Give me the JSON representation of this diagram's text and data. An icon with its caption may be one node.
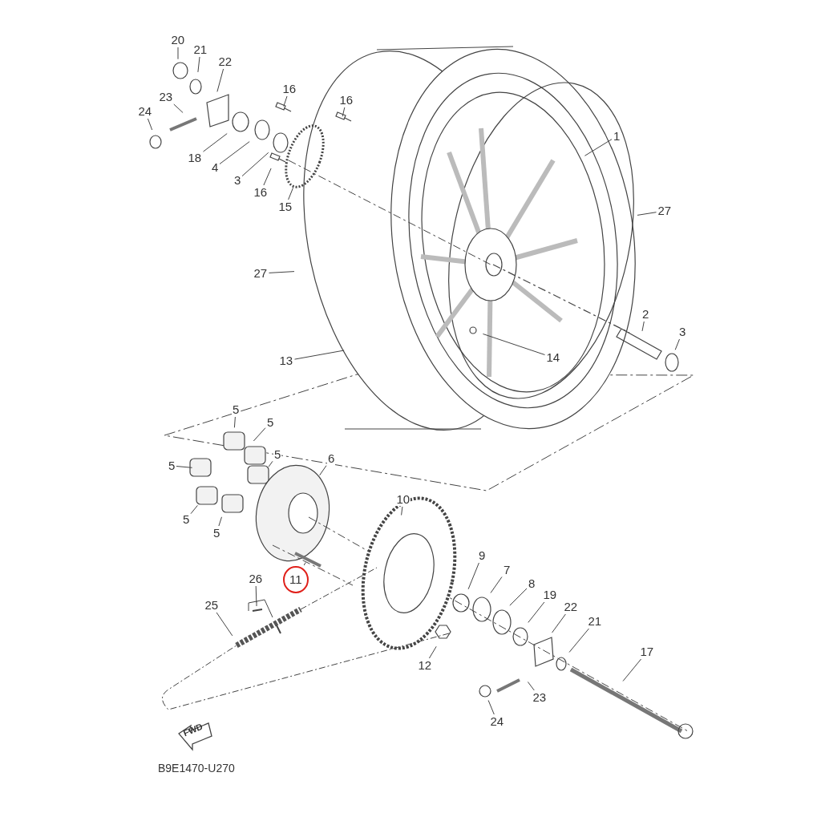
{
  "diagram": {
    "nodes": [
      {
        "text": [
          "20"
        ]
      },
      {
        "text": [
          "21"
        ]
      },
      {
        "text": [
          "22"
        ]
      },
      {
        "text": [
          "23"
        ]
      },
      {
        "text": [
          "24"
        ]
      },
      {
        "text": [
          "18"
        ]
      },
      {
        "text": [
          "4"
        ]
      },
      {
        "text": [
          "3"
        ]
      },
      {
        "text": [
          "16"
        ]
      },
      {
        "text": [
          "16"
        ]
      },
      {
        "text": [
          "16"
        ]
      },
      {
        "text": [
          "15"
        ]
      },
      {
        "text": [
          "1"
        ]
      },
      {
        "text": [
          "27"
        ]
      },
      {
        "text": [
          "27"
        ]
      },
      {
        "text": [
          "13"
        ]
      },
      {
        "text": [
          "2"
        ]
      },
      {
        "text": [
          "3"
        ]
      },
      {
        "text": [
          "14"
        ]
      },
      {
        "text": [
          "5"
        ]
      },
      {
        "text": [
          "5"
        ]
      },
      {
        "text": [
          "5"
        ]
      },
      {
        "text": [
          "5"
        ]
      },
      {
        "text": [
          "5"
        ]
      },
      {
        "text": [
          "5"
        ]
      },
      {
        "text": [
          "6"
        ]
      },
      {
        "text": [
          "10"
        ]
      },
      {
        "text": [
          "11"
        ]
      },
      {
        "text": [
          "26"
        ]
      },
      {
        "text": [
          "25"
        ]
      },
      {
        "text": [
          "9"
        ]
      },
      {
        "text": [
          "7"
        ]
      },
      {
        "text": [
          "8"
        ]
      },
      {
        "text": [
          "19"
        ]
      },
      {
        "text": [
          "22"
        ]
      },
      {
        "text": [
          "21"
        ]
      },
      {
        "text": [
          "17"
        ]
      },
      {
        "text": [
          "12"
        ]
      },
      {
        "text": [
          "23"
        ]
      },
      {
        "text": [
          "24"
        ]
      }
    ],
    "edges": [
      {
        "from": 0,
        "to": null,
        "arrow": "none"
      },
      {
        "from": 1,
        "to": null,
        "arrow": "none"
      },
      {
        "from": 2,
        "to": null,
        "arrow": "none"
      },
      {
        "from": 3,
        "to": null,
        "arrow": "none"
      },
      {
        "from": 4,
        "to": null,
        "arrow": "none"
      },
      {
        "from": 5,
        "to": null,
        "arrow": "none"
      },
      {
        "from": 6,
        "to": null,
        "arrow": "none"
      },
      {
        "from": 7,
        "to": null,
        "arrow": "none"
      },
      {
        "from": 8,
        "to": null,
        "arrow": "none"
      },
      {
        "from": 9,
        "to": null,
        "arrow": "none"
      },
      {
        "from": 10,
        "to": null,
        "arrow": "none"
      },
      {
        "from": 11,
        "to": null,
        "arrow": "none"
      },
      {
        "from": 12,
        "to": null,
        "arrow": "none"
      },
      {
        "from": 13,
        "to": null,
        "arrow": "none"
      },
      {
        "from": 14,
        "to": null,
        "arrow": "none"
      },
      {
        "from": 15,
        "to": null,
        "arrow": "none"
      },
      {
        "from": 16,
        "to": null,
        "arrow": "none"
      },
      {
        "from": 17,
        "to": null,
        "arrow": "none"
      },
      {
        "from": 18,
        "to": null,
        "arrow": "none"
      },
      {
        "from": 19,
        "to": null,
        "arrow": "none"
      },
      {
        "from": 20,
        "to": null,
        "arrow": "none"
      },
      {
        "from": 21,
        "to": null,
        "arrow": "none"
      },
      {
        "from": 22,
        "to": null,
        "arrow": "none"
      },
      {
        "from": 23,
        "to": null,
        "arrow": "none"
      },
      {
        "from": 24,
        "to": null,
        "arrow": "none"
      },
      {
        "from": 25,
        "to": null,
        "arrow": "none"
      },
      {
        "from": 26,
        "to": null,
        "arrow": "none"
      },
      {
        "from": 27,
        "to": null,
        "arrow": "none"
      },
      {
        "from": 28,
        "to": null,
        "arrow": "none"
      },
      {
        "from": 29,
        "to": null,
        "arrow": "none"
      },
      {
        "from": 30,
        "to": null,
        "arrow": "none"
      },
      {
        "from": 31,
        "to": null,
        "arrow": "none"
      },
      {
        "from": 32,
        "to": null,
        "arrow": "none"
      },
      {
        "from": 33,
        "to": null,
        "arrow": "none"
      },
      {
        "from": 34,
        "to": null,
        "arrow": "none"
      },
      {
        "from": 35,
        "to": null,
        "arrow": "none"
      },
      {
        "from": 36,
        "to": null,
        "arrow": "none"
      },
      {
        "from": 37,
        "to": null,
        "arrow": "none"
      },
      {
        "from": 38,
        "to": null,
        "arrow": "none"
      },
      {
        "from": 39,
        "to": null,
        "arrow": "none"
      }
    ],
    "labels": [
      "FWD",
      "B9E1470-U270"
    ]
  }
}
